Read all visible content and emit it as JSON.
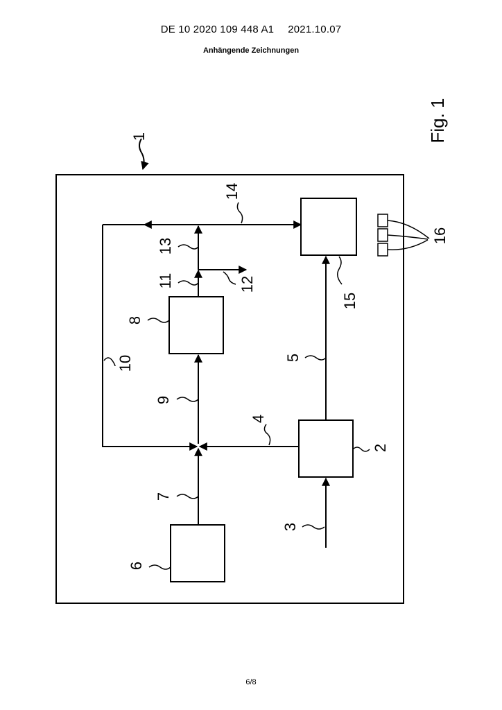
{
  "header": {
    "publication_number": "DE 10 2020 109 448 A1",
    "date": "2021.10.07",
    "section_title": "Anhängende Zeichnungen"
  },
  "figure": {
    "caption": "Fig. 1",
    "ref_labels": {
      "r1": "1",
      "r2": "2",
      "r3": "3",
      "r4": "4",
      "r5": "5",
      "r6": "6",
      "r7": "7",
      "r8": "8",
      "r9": "9",
      "r10": "10",
      "r11": "11",
      "r12": "12",
      "r13": "13",
      "r14": "14",
      "r15": "15",
      "r16": "16"
    }
  },
  "footer": {
    "page": "6/8"
  }
}
